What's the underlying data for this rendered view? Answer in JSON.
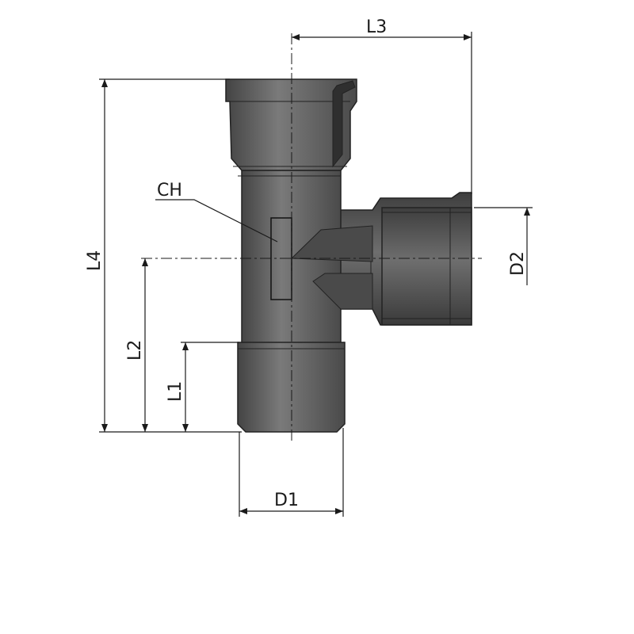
{
  "labels": {
    "l1": "L1",
    "l2": "L2",
    "l3": "L3",
    "l4": "L4",
    "d1": "D1",
    "d2": "D2",
    "ch": "CH"
  },
  "colors": {
    "body": "#5c5c5c",
    "body_dark": "#3e3e3e",
    "body_light": "#7a7a7a",
    "line": "#1a1a1a"
  }
}
